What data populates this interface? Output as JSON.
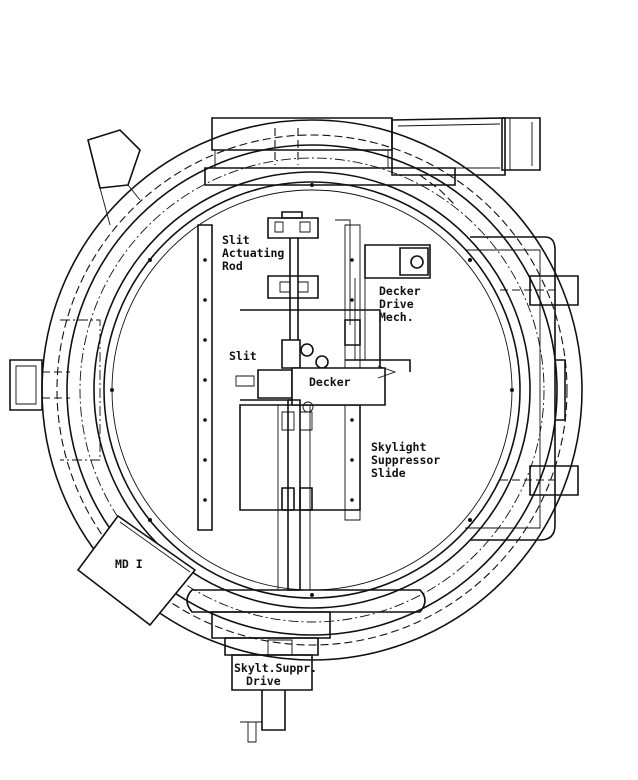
{
  "labels": {
    "slit_actuating_rod": [
      "Slit",
      "Actuating",
      "Rod"
    ],
    "decker_drive_mech": [
      "Decker",
      "Drive",
      "Mech."
    ],
    "slit": "Slit",
    "decker": "Decker",
    "skylight_suppressor_slide": [
      "Skylight",
      "Suppressor",
      "Slide"
    ],
    "md_i": "MD I",
    "skylt_suppr_drive": [
      "Skylt.Suppr.",
      "Drive"
    ]
  }
}
